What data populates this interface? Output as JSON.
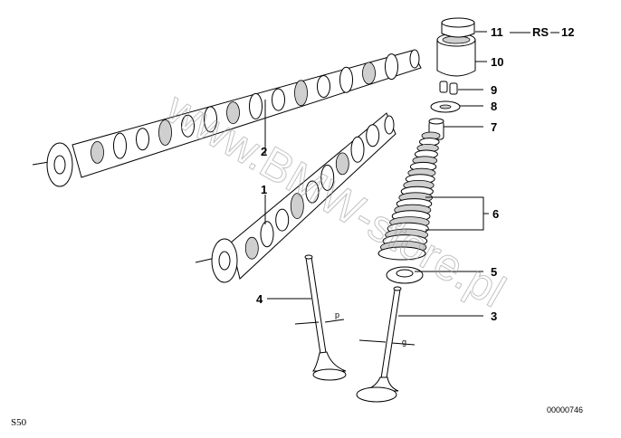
{
  "diagram": {
    "labels": {
      "p1": "1",
      "p2": "2",
      "p3": "3",
      "p4": "4",
      "p5": "5",
      "p6": "6",
      "p7": "7",
      "p8": "8",
      "p9": "9",
      "p10": "10",
      "p11": "11",
      "rs": "RS",
      "p12": "12"
    },
    "valve_marks": {
      "a": "p",
      "b": "g"
    },
    "watermark": "www.BMW-store.pl",
    "corner_left": "S50",
    "corner_right": "00000746"
  }
}
